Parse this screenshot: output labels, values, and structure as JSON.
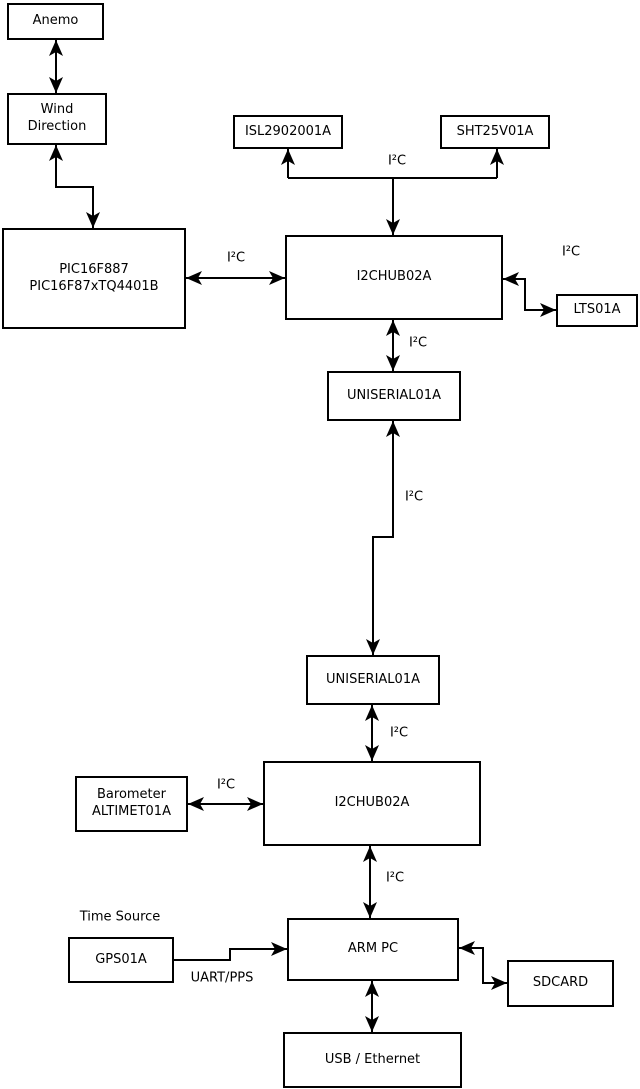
{
  "colors": {
    "line": "#000000",
    "background": "#ffffff",
    "text": "#000000"
  },
  "nodes": {
    "anemo": {
      "lines": [
        "Anemo"
      ]
    },
    "wind_direction": {
      "lines": [
        "Wind",
        "Direction"
      ]
    },
    "pic": {
      "lines": [
        "PIC16F887",
        "PIC16F87xTQ4401B"
      ]
    },
    "isl": {
      "lines": [
        "ISL2902001A"
      ]
    },
    "sht": {
      "lines": [
        "SHT25V01A"
      ]
    },
    "i2chub1": {
      "lines": [
        "I2CHUB02A"
      ]
    },
    "lts": {
      "lines": [
        "LTS01A"
      ]
    },
    "uniserial1": {
      "lines": [
        "UNISERIAL01A"
      ]
    },
    "uniserial2": {
      "lines": [
        "UNISERIAL01A"
      ]
    },
    "i2chub2": {
      "lines": [
        "I2CHUB02A"
      ]
    },
    "barometer": {
      "lines": [
        "Barometer",
        "ALTIMET01A"
      ]
    },
    "gps": {
      "lines": [
        "GPS01A"
      ]
    },
    "arm_pc": {
      "lines": [
        "ARM PC"
      ]
    },
    "sdcard": {
      "lines": [
        "SDCARD"
      ]
    },
    "usb_ethernet": {
      "lines": [
        "USB / Ethernet"
      ]
    }
  },
  "edge_labels": {
    "sensor_bus": "I²C",
    "pic_hub1": "I²C",
    "hub1_lts": "I²C",
    "hub1_uniserial1": "I²C",
    "uniserial_link": "I²C",
    "uniserial2_hub2": "I²C",
    "barometer_hub2": "I²C",
    "hub2_armpc": "I²C",
    "gps_caption": "Time Source",
    "gps_armpc": "UART/PPS"
  }
}
